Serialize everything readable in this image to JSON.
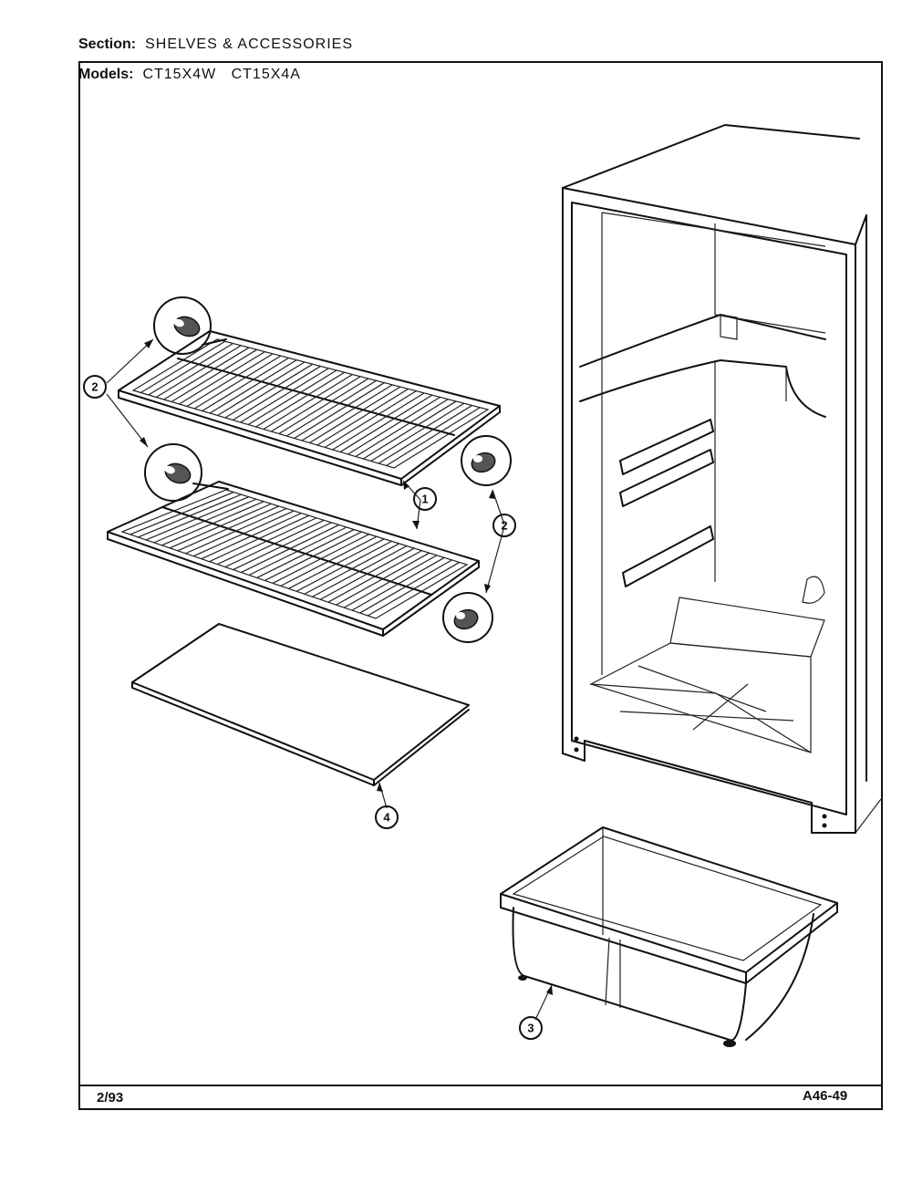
{
  "header": {
    "section_label": "Section:",
    "section_value": "SHELVES & ACCESSORIES",
    "models_label": "Models:",
    "models_value": "CT15X4W   CT15X4A"
  },
  "footer": {
    "date": "2/93",
    "code": "A46-49"
  },
  "callouts": {
    "shelf": "1",
    "shelf_bushing": "2",
    "crisper_pan": "3",
    "crisper_cover": "4"
  }
}
